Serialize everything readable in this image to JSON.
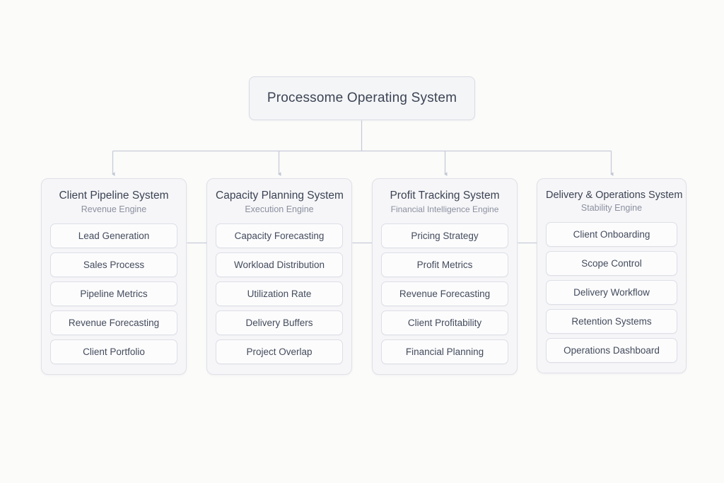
{
  "diagram": {
    "root": {
      "label": "Processome Operating System"
    },
    "connectors": {
      "style": "orthogonal-tree-with-arrowheads",
      "color": "#c7cbd8",
      "sibling_link_color": "#c7cbd8"
    },
    "columns": [
      {
        "title": "Client Pipeline System",
        "subtitle": "Revenue Engine",
        "items": [
          "Lead Generation",
          "Sales Process",
          "Pipeline Metrics",
          "Revenue Forecasting",
          "Client Portfolio"
        ]
      },
      {
        "title": "Capacity Planning System",
        "subtitle": "Execution Engine",
        "items": [
          "Capacity Forecasting",
          "Workload Distribution",
          "Utilization Rate",
          "Delivery Buffers",
          "Project Overlap"
        ]
      },
      {
        "title": "Profit Tracking System",
        "subtitle": "Financial Intelligence Engine",
        "items": [
          "Pricing Strategy",
          "Profit Metrics",
          "Revenue Forecasting",
          "Client Profitability",
          "Financial Planning"
        ]
      },
      {
        "title": "Delivery & Operations System",
        "subtitle": "Stability Engine",
        "items": [
          "Client Onboarding",
          "Scope Control",
          "Delivery Workflow",
          "Retention Systems",
          "Operations Dashboard"
        ]
      }
    ]
  },
  "theme": {
    "page_background": "#fbfbfa",
    "node_background": "#f4f5f7",
    "panel_background": "#f6f6f8",
    "item_background": "#fcfcfd",
    "border_color": "#dcdfe6",
    "title_color": "#3b4353",
    "subtitle_color": "#8b90a0",
    "connector_color": "#c7cbd8"
  }
}
